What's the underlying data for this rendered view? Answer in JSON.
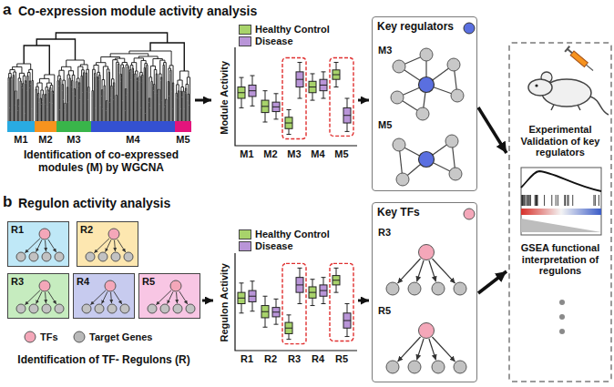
{
  "diagram": {
    "nodes": [
      {
        "text": [
          "Key regulators",
          "M3",
          "M5"
        ]
      },
      {
        "text": [
          "Experimental Validation of key regulators",
          "GSEA functional interpretation of regulons"
        ]
      },
      {
        "text": [
          "R1"
        ]
      },
      {
        "text": [
          "R2"
        ]
      },
      {
        "text": [
          "R3"
        ]
      },
      {
        "text": [
          "R4"
        ]
      },
      {
        "text": [
          "R5"
        ]
      },
      {
        "text": [
          "Key TFs",
          "R3",
          "R5"
        ]
      }
    ],
    "edges": [
      {
        "from": 0,
        "to": 1,
        "arrow": "to"
      },
      {
        "from": 7,
        "to": 1,
        "arrow": "to"
      }
    ],
    "labels": [
      "a",
      "Co-expression module activity analysis",
      "M1",
      "M2",
      "M3",
      "M4",
      "M5",
      "Identification of co-expressed modules (M) by WGCNA",
      "Module Activity",
      "M1",
      "M2",
      "M3",
      "M4",
      "M5",
      "b",
      "Regulon activity analysis",
      "Identification of TF- Regulons (R)",
      "Regulon Activity",
      "R1",
      "R2",
      "R3",
      "R4",
      "R5"
    ],
    "legend": [
      {
        "text": "Healthy Control",
        "color": "#a8d36b"
      },
      {
        "text": "Disease",
        "color": "#b995d8"
      },
      {
        "text": "Healthy Control",
        "color": "#a8d36b"
      },
      {
        "text": "Disease",
        "color": "#b995d8"
      },
      {
        "text": "TFs"
      },
      {
        "text": "Target Genes"
      }
    ]
  }
}
